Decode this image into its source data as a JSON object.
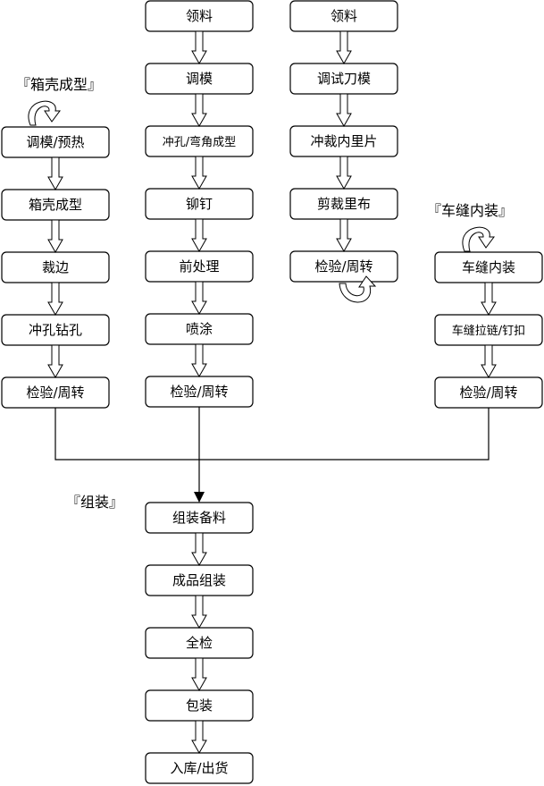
{
  "sections": {
    "case_forming": "『箱壳成型』",
    "sewing": "『车缝内装』",
    "assembly": "『组装』"
  },
  "columns": {
    "case": [
      "调模/预热",
      "箱壳成型",
      "裁边",
      "冲孔钻孔",
      "检验/周转"
    ],
    "frame": [
      "领料",
      "调模",
      "冲孔/弯角成型",
      "铆钉",
      "前处理",
      "喷涂",
      "检验/周转"
    ],
    "lining": [
      "领料",
      "调试刀模",
      "冲裁内里片",
      "剪裁里布",
      "检验/周转"
    ],
    "sewing": [
      "车缝内装",
      "车缝拉链/钉扣",
      "检验/周转"
    ],
    "assembly": [
      "组装备料",
      "成品组装",
      "全检",
      "包装",
      "入库/出货"
    ]
  },
  "colors": {
    "line": "#000000",
    "fill": "#ffffff"
  }
}
